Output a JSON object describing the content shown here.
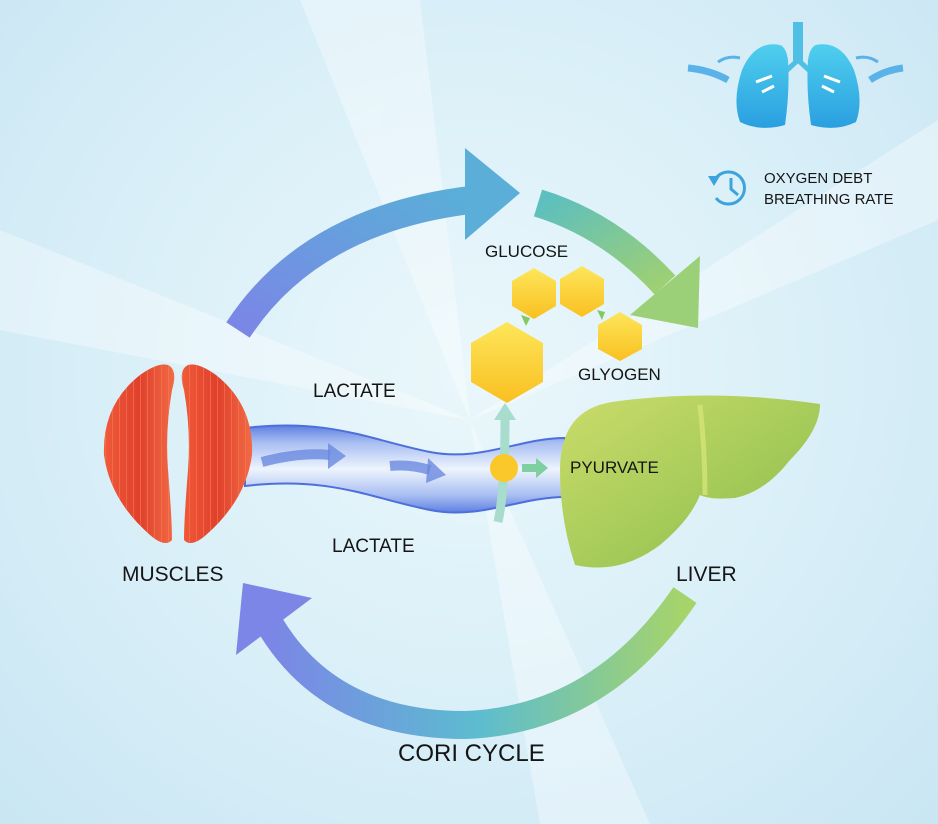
{
  "diagram": {
    "title": "CORI CYCLE",
    "organs": {
      "muscles": "MUSCLES",
      "liver": "LIVER"
    },
    "molecules": {
      "lactate_top": "LACTATE",
      "lactate_bottom": "LACTATE",
      "glucose": "GLUCOSE",
      "glycogen": "GLYOGEN",
      "pyruvate": "PYURVATE"
    },
    "info": {
      "line1": "OXYGEN DEBT",
      "line2": "BREATHING RATE",
      "icon": "clock-refresh-icon",
      "lungs_icon": "lungs-icon"
    },
    "colors": {
      "muscle": "#e8452f",
      "liver": "#a8cc55",
      "glucose": "#fcd33a",
      "arrow_blue": "#7b86e6",
      "arrow_green": "#9fd072",
      "vessel": "#5a7fe0"
    }
  }
}
